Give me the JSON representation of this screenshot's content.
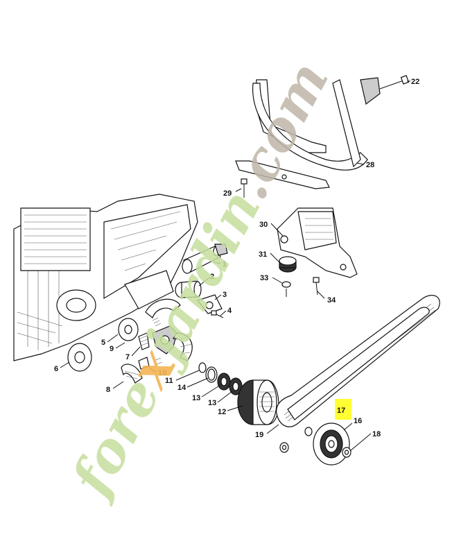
{
  "diagram": {
    "highlight_color": "#ffff33",
    "highlighted_part": "17",
    "callouts": [
      {
        "id": "1",
        "label": "1"
      },
      {
        "id": "2",
        "label": "2"
      },
      {
        "id": "3",
        "label": "3"
      },
      {
        "id": "4",
        "label": "4"
      },
      {
        "id": "5",
        "label": "5"
      },
      {
        "id": "6",
        "label": "6"
      },
      {
        "id": "7",
        "label": "7"
      },
      {
        "id": "8",
        "label": "8"
      },
      {
        "id": "9",
        "label": "9"
      },
      {
        "id": "10",
        "label": "10"
      },
      {
        "id": "11",
        "label": "11"
      },
      {
        "id": "12",
        "label": "12"
      },
      {
        "id": "13a",
        "label": "13"
      },
      {
        "id": "13b",
        "label": "13"
      },
      {
        "id": "14",
        "label": "14"
      },
      {
        "id": "16",
        "label": "16"
      },
      {
        "id": "17",
        "label": "17"
      },
      {
        "id": "18",
        "label": "18"
      },
      {
        "id": "19",
        "label": "19"
      },
      {
        "id": "22",
        "label": "22"
      },
      {
        "id": "28",
        "label": "28"
      },
      {
        "id": "29",
        "label": "29"
      },
      {
        "id": "30",
        "label": "30"
      },
      {
        "id": "31",
        "label": "31"
      },
      {
        "id": "33",
        "label": "33"
      },
      {
        "id": "34",
        "label": "34"
      }
    ]
  },
  "watermark": {
    "part1": "fore",
    "part2": "x",
    "part3": "jardin",
    "part4": ".com",
    "colors": {
      "green": "#c6df9e",
      "orange": "#f3b454",
      "grey": "#bfb6a8"
    }
  }
}
